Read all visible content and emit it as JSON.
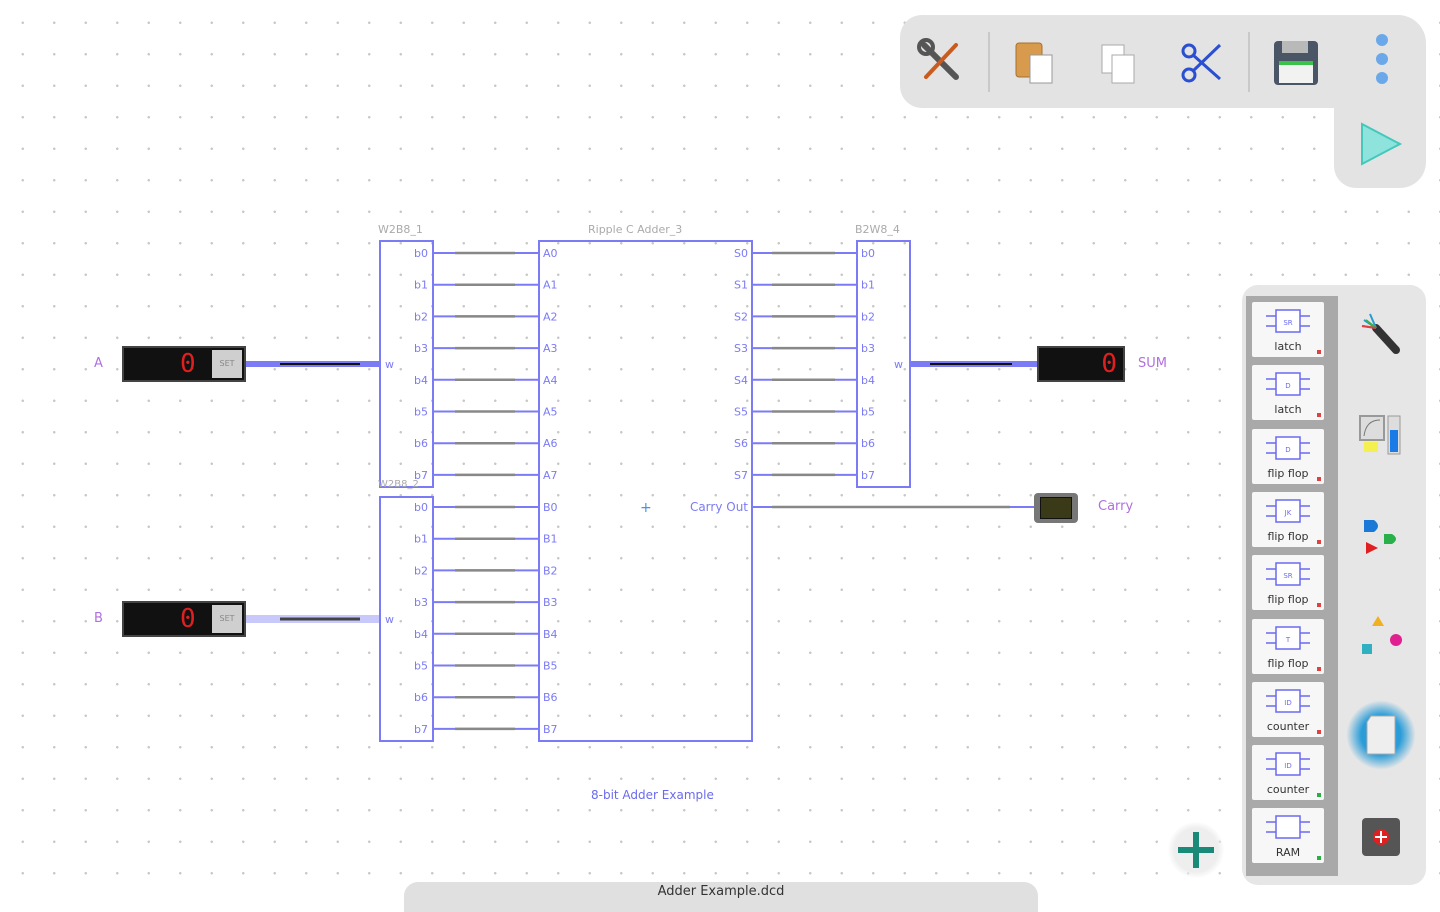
{
  "toolbar": {
    "buttons": [
      {
        "name": "tools",
        "icon": "wrench-screwdriver-icon"
      },
      {
        "name": "paste",
        "icon": "paste-icon"
      },
      {
        "name": "copy",
        "icon": "copy-icon"
      },
      {
        "name": "cut",
        "icon": "scissors-icon"
      },
      {
        "name": "save",
        "icon": "floppy-disk-icon"
      },
      {
        "name": "more",
        "icon": "vertical-ellipsis-icon"
      }
    ],
    "run": {
      "icon": "play-icon"
    }
  },
  "circuit": {
    "title": "8-bit Adder Example",
    "splitter_a": {
      "label": "W2B8_1",
      "bus_pin": "w",
      "pins": [
        "b0",
        "b1",
        "b2",
        "b3",
        "b4",
        "b5",
        "b6",
        "b7"
      ]
    },
    "splitter_b": {
      "label": "W2B8_2",
      "bus_pin": "w",
      "pins": [
        "b0",
        "b1",
        "b2",
        "b3",
        "b4",
        "b5",
        "b6",
        "b7"
      ]
    },
    "splitter_out": {
      "label": "B2W8_4",
      "bus_pin": "w",
      "pins": [
        "b0",
        "b1",
        "b2",
        "b3",
        "b4",
        "b5",
        "b6",
        "b7"
      ]
    },
    "adder": {
      "label": "Ripple C Adder_3",
      "inputs_a": [
        "A0",
        "A1",
        "A2",
        "A3",
        "A4",
        "A5",
        "A6",
        "A7"
      ],
      "inputs_b": [
        "B0",
        "B1",
        "B2",
        "B3",
        "B4",
        "B5",
        "B6",
        "B7"
      ],
      "outputs": [
        "S0",
        "S1",
        "S2",
        "S3",
        "S4",
        "S5",
        "S6",
        "S7"
      ],
      "carry_out": "Carry Out"
    },
    "input_a": {
      "label": "A",
      "value": "0",
      "button": "SET"
    },
    "input_b": {
      "label": "B",
      "value": "0",
      "button": "SET"
    },
    "output_sum": {
      "label": "SUM",
      "value": "0"
    },
    "output_carry": {
      "label": "Carry",
      "state": "off"
    }
  },
  "palette": {
    "components": [
      {
        "symbol": "SR",
        "name": "latch",
        "status": "red"
      },
      {
        "symbol": "D",
        "name": "latch",
        "status": "red"
      },
      {
        "symbol": "D",
        "name": "flip flop",
        "status": "red"
      },
      {
        "symbol": "JK",
        "name": "flip flop",
        "status": "red"
      },
      {
        "symbol": "SR",
        "name": "flip flop",
        "status": "red"
      },
      {
        "symbol": "T",
        "name": "flip flop",
        "status": "red"
      },
      {
        "symbol": "ID",
        "name": "counter",
        "status": "red"
      },
      {
        "symbol": "ID",
        "name": "counter",
        "status": "green"
      },
      {
        "symbol": "",
        "name": "RAM",
        "status": "green"
      }
    ],
    "categories": [
      {
        "name": "wires",
        "icon": "cable-icon"
      },
      {
        "name": "io",
        "icon": "meter-icon"
      },
      {
        "name": "gates",
        "icon": "logic-gates-icon"
      },
      {
        "name": "misc",
        "icon": "shapes-icon"
      },
      {
        "name": "sequential",
        "icon": "memory-card-icon",
        "selected": true
      },
      {
        "name": "ic",
        "icon": "chip-icon"
      }
    ]
  },
  "add_button": {
    "icon": "plus-icon"
  },
  "file": {
    "name": "Adder Example.dcd"
  }
}
